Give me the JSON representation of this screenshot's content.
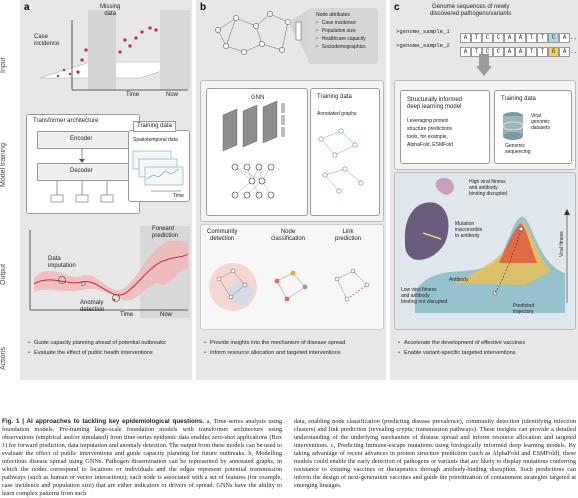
{
  "row_labels": {
    "input": "Input",
    "model_training": "Model training",
    "output": "Output",
    "actions": "Actions"
  },
  "panel_a": {
    "letter": "a",
    "missing_data": "Missing\ndata",
    "case_incidence": "Case\nincidence",
    "time": "Time",
    "now": "Now",
    "transformer": "Transformer architecture",
    "encoder": "Encoder",
    "decoder": "Decoder",
    "training_data": "Training data",
    "spatiotemporal": "Spatiotemporal data",
    "time2": "Time",
    "forward_prediction": "Forward\nprediction",
    "data_imputation": "Data\nimputation",
    "anomaly_detection": "Anomaly\ndetection",
    "time3": "Time",
    "now3": "Now",
    "actions": [
      "Guide capacity planning ahead of potential outbreaks",
      "Evaluate the effect of public health interventions"
    ]
  },
  "panel_b": {
    "letter": "b",
    "node_attributes_title": "Node attributes",
    "node_attributes": [
      "Case incidence",
      "Population size",
      "Healthcare capacity",
      "Sociodemographics"
    ],
    "gnn": "GNN",
    "training_data": "Training data",
    "annotated_graphs": "Annotated graphs",
    "community_detection": "Community\ndetection",
    "node_classification": "Node\nclassification",
    "link_prediction": "Link\nprediction",
    "actions": [
      "Provide insights into the mechanism of disease spread",
      "Inform resource allocation and targeted interventions"
    ]
  },
  "panel_c": {
    "letter": "c",
    "header": "Genome sequences of newly\ndiscovered pathogens/variants",
    "sample1": ">genome_sample_1",
    "sample2": ">genome_sample_2",
    "seq1": [
      "A",
      "T",
      "C",
      "C",
      "A",
      "A",
      "T",
      "T",
      "C",
      "A",
      "..."
    ],
    "seq2": [
      "A",
      "T",
      "C",
      "C",
      "A",
      "A",
      "T",
      "T",
      "G",
      "A",
      "..."
    ],
    "model_title": "Structurally informed\ndeep learning model",
    "model_desc": "Leveraging protein\nstructure predictions\ntools, for example,\nAlphaFold, ESMFold",
    "training_data": "Training data",
    "viral_genomic": "Viral\ngenomic\ndatasets",
    "genomic_sequencing": "Genomic\nsequencing",
    "high_fitness": "High viral fitness\nand antibody\nbinding disrupted",
    "mutation_inaccessible": "Mutation\ninaccessible\nto antibody",
    "antibody": "Antibody",
    "low_fitness": "Low viral fitness\nand antibody\nbinding not disrupted",
    "predicted_trajectory": "Predicted\ntrajectory",
    "viral_fitness": "Viral fitness",
    "actions": [
      "Accelerate the development of effective vaccines",
      "Enable variant-specific targeted interventions"
    ]
  },
  "caption": {
    "label": "Fig. 1 | AI approaches to tackling key epidemiological questions.",
    "col1_rest": "a, Time-series analysis using foundation models. Pre-training large-scale foundation models with transformer architecture using observations (empirical and/or simulated) from time-series epidemic data enables zero-shot applications (Box 1) for forward prediction, data imputation and anomaly detection. The output from these models can be used to evaluate the effect of public interventions and guide capacity planning for future outbreaks. b, Modelling infectious disease spread using GNNs. Pathogen dissemination can be represented by annotated graphs, in which the nodes correspond to locations or individuals and the edges represent potential transmission pathways (such as human or vector interactions); each node is associated with a set of features (for example, case incidence and population size) that are either indicators or drivers of spread. GNNs have the ability to learn complex patterns from such",
    "col2": "data, enabling node classification (predicting disease prevalence), community detection (identifying infection clusters) and link prediction (revealing cryptic transmission pathways). These insights can provide a detailed understanding of the underlying mechanism of disease spread and inform resource allocation and targeted interventions. c, Predicting immune-escape mutations using biologically informed deep learning models. By taking advantage of recent advances in protein structure prediction (such as AlphaFold and ESMFold), these models could enable the early detection of pathogens or variants that are likely to display mutations conferring resistance to existing vaccines or therapeutics through antibody-binding disruption. Such predictions can inform the design of next-generation vaccines and guide the prioritization of containment strategies targeted at emerging lineages."
  }
}
